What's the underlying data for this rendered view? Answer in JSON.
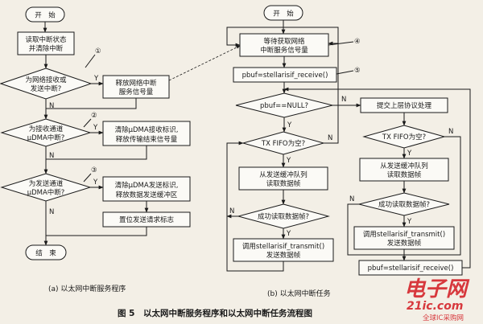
{
  "left": {
    "start": "开　始",
    "read_status": [
      "读取中断状态",
      "并清除中断"
    ],
    "q_net": [
      "为网络接收或",
      "发送中断?"
    ],
    "release_sem": [
      "释放网络中断",
      "服务信号量"
    ],
    "q_rx": [
      "为接收通道",
      "μDMA中断?"
    ],
    "clear_rx": [
      "清除μDMA接收标识,",
      "释放传输结束信号量"
    ],
    "q_tx": [
      "为发送通道",
      "μDMA中断?"
    ],
    "clear_tx": [
      "清除μDMA发送标识,",
      "释放数据发送缓冲区"
    ],
    "set_flag": "置位发送请求标志",
    "end": "结　束",
    "marks": [
      "①",
      "②",
      "③"
    ],
    "caption": "(a) 以太网中断服务程序"
  },
  "right": {
    "start": "开　始",
    "wait_sem": [
      "等待获取网络",
      "中断服务信号量"
    ],
    "receive1": "pbuf=stellarisif_receive()",
    "q_null": "pbuf==NULL?",
    "submit": "提交上层协议处理",
    "q_fifo_left": "TX FIFO为空?",
    "q_fifo_right": "TX FIFO为空?",
    "read_left": [
      "从发送缓冲队列",
      "读取数据帧"
    ],
    "read_right": [
      "从发送缓冲队列",
      "读取数据帧"
    ],
    "q_ok_left": "成功读取数据帧?",
    "q_ok_right": "成功读取数据帧?",
    "transmit_left": [
      "调用stellarisif_transmit()",
      "发送数据帧"
    ],
    "transmit_right": [
      "调用stellarisif_transmit()",
      "发送数据帧"
    ],
    "receive2": "pbuf=stellarisif_receive()",
    "marks": [
      "④",
      "⑤"
    ],
    "caption": "(b) 以太网中断任务"
  },
  "labels": {
    "yes": "Y",
    "no": "N"
  },
  "figure_caption": "图 5　以太网中断服务程序和以太网中断任务流程图",
  "watermark": {
    "brand_cn": "电子网",
    "brand_en": "21ic.com",
    "tagline": "全球IC采购网"
  }
}
